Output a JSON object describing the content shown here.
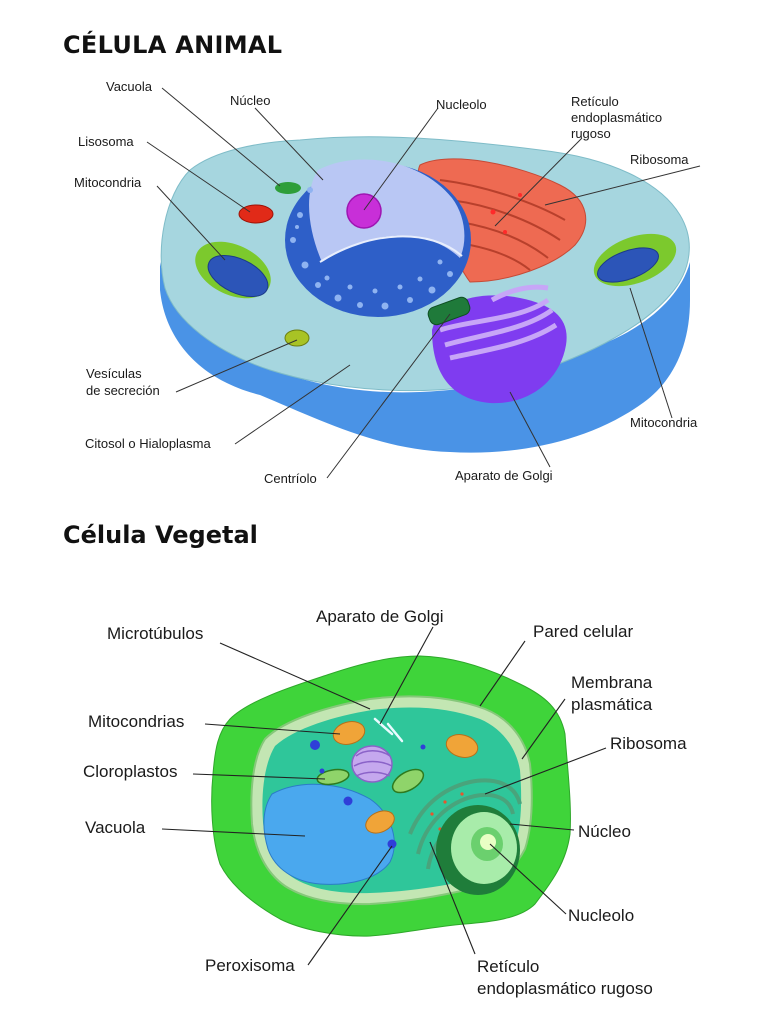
{
  "animal": {
    "title": "CÉLULA ANIMAL",
    "labels": {
      "vacuola": "Vacuola",
      "nucleo": "Núcleo",
      "nucleolo": "Nucleolo",
      "reticulo": [
        "Retículo",
        "endoplasmático",
        "rugoso"
      ],
      "lisosoma": "Lisosoma",
      "ribosoma": "Ribosoma",
      "mitocondria_left": "Mitocondria",
      "vesiculas": [
        "Vesículas",
        "de secreción"
      ],
      "citosol": "Citosol o Hialoplasma",
      "centriolo": "Centríolo",
      "golgi": "Aparato de Golgi",
      "mitocondria_right": "Mitocondria"
    }
  },
  "vegetal": {
    "title": "Célula Vegetal",
    "labels": {
      "golgi": "Aparato de Golgi",
      "microtubulos": "Microtúbulos",
      "pared": "Pared celular",
      "membrana": [
        "Membrana",
        "plasmática"
      ],
      "mitocondrias": "Mitocondrias",
      "ribosoma": "Ribosoma",
      "cloroplastos": "Cloroplastos",
      "vacuola": "Vacuola",
      "nucleo": "Núcleo",
      "nucleolo": "Nucleolo",
      "peroxisoma": "Peroxisoma",
      "reticulo": [
        "Retículo",
        "endoplasmático rugoso"
      ]
    }
  },
  "colors": {
    "cytoplasm": "#a6d6df",
    "cell_side": "#4a93e6",
    "nucleus": "#2e5fc8",
    "nucleolus": "#c82fd8",
    "rough_er": "#ee6a52",
    "golgi": "#7f3cf0",
    "mitochondria_outer": "#7cc92d",
    "plant_wall": "#3fd43a",
    "plant_cytoplasm": "#2fc69a",
    "plant_vacuole": "#4aa8ee",
    "plant_nucleus": "#1f7d3a"
  }
}
